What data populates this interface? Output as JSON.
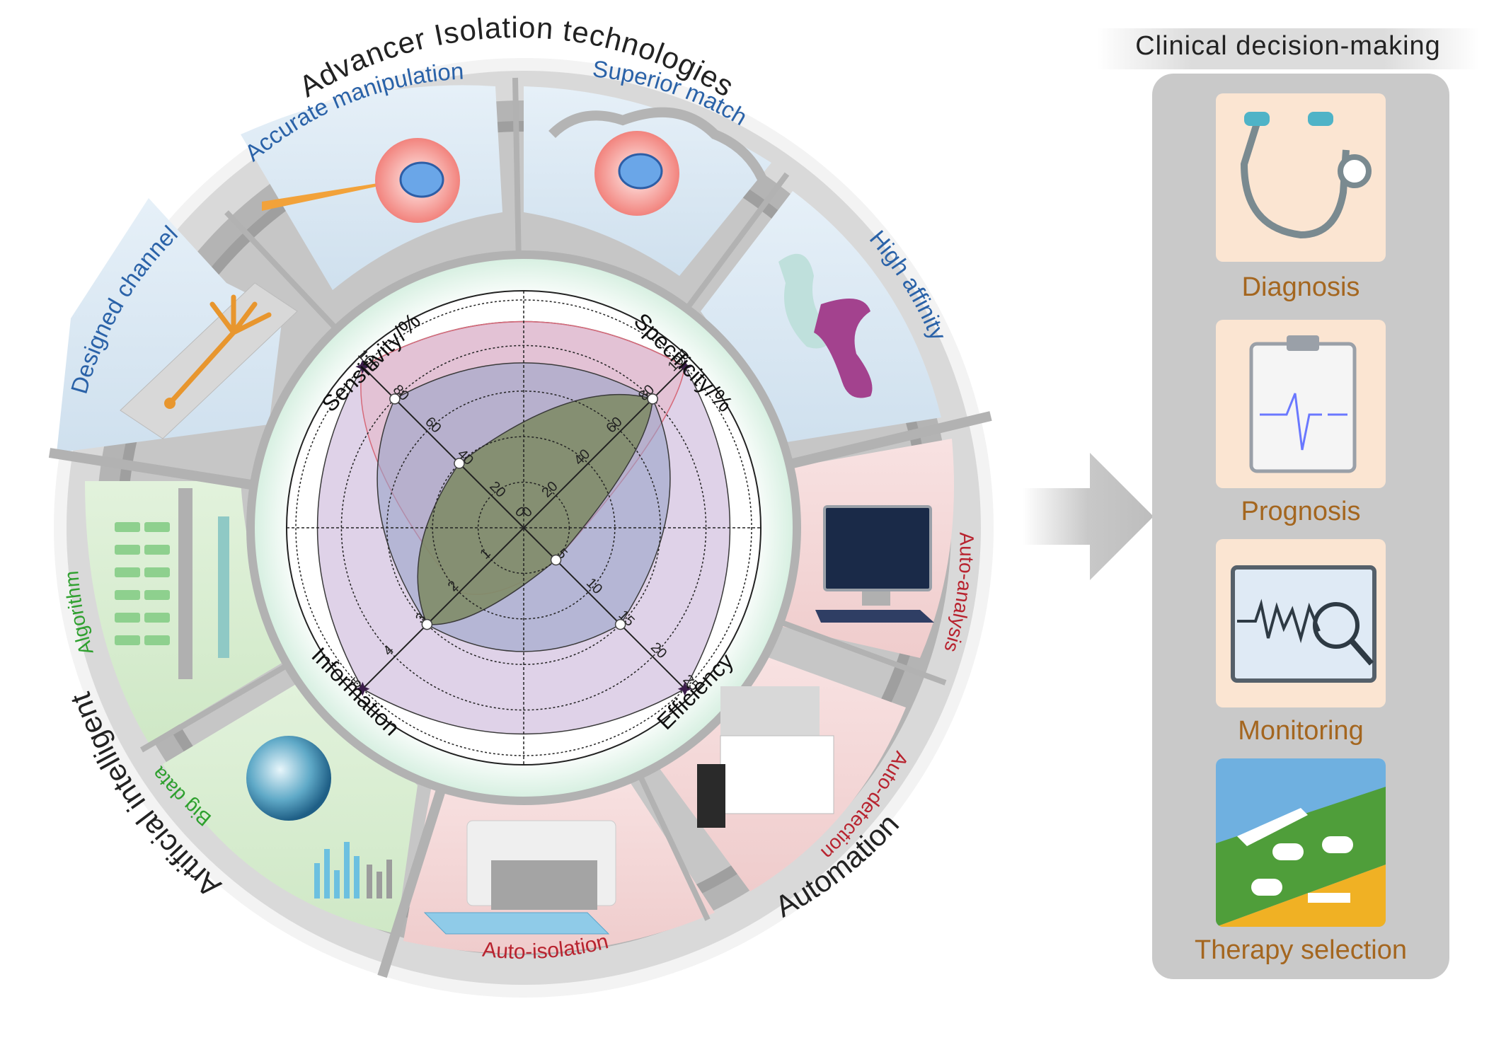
{
  "wheel": {
    "outer_title": "Advancer Isolation technologies",
    "group_ai": "Artificial intelligent",
    "group_automation": "Automation",
    "segments": {
      "accurate": "Accurate manipulation",
      "superior": "Superior match",
      "designed": "Designed channel",
      "affinity": "High affinity",
      "algorithm": "Algorithm",
      "bigdata": "Big data",
      "analysis": "Auto-analysis",
      "detection": "Auto-detection",
      "isolation": "Auto-isolation"
    }
  },
  "radar": {
    "axes": {
      "sensitivity": "Sensitivity/%",
      "specificity": "Specificity/%",
      "information": "Information",
      "efficiency": "Efficiency"
    },
    "ticks": {
      "sensitivity": [
        "0",
        "20",
        "40",
        "60",
        "80",
        "100"
      ],
      "specificity": [
        "0",
        "20",
        "40",
        "60",
        "80",
        "100"
      ],
      "information": [
        "1",
        "2",
        "3",
        "4",
        "5"
      ],
      "efficiency": [
        "5",
        "10",
        "15",
        "20",
        "25"
      ]
    },
    "shapes": [
      {
        "sensitivity": 100,
        "specificity": 100,
        "information": 5,
        "efficiency": 25,
        "color": "#c9b4d8"
      },
      {
        "sensitivity": 100,
        "specificity": 100,
        "information": 2,
        "efficiency": 5,
        "color": "#e6b8c8"
      },
      {
        "sensitivity": 80,
        "specificity": 80,
        "information": 3,
        "efficiency": 15,
        "color": "#9aa3c8"
      },
      {
        "sensitivity": 40,
        "specificity": 80,
        "information": 3,
        "efficiency": 5,
        "color": "#7d8a62"
      }
    ]
  },
  "clinical": {
    "title": "Clinical decision-making",
    "cards": [
      {
        "label": "Diagnosis",
        "icon": "stethoscope-icon"
      },
      {
        "label": "Prognosis",
        "icon": "clipboard-ecg-icon"
      },
      {
        "label": "Monitoring",
        "icon": "monitor-magnifier-icon"
      },
      {
        "label": "Therapy selection",
        "icon": "scalpel-pills-syringe-icon"
      }
    ]
  },
  "colors": {
    "ring": "#b2b2b2",
    "blue_text": "#2a62a8",
    "green_text": "#2ea02e",
    "red_text": "#b8232f",
    "card_label": "#a4661f"
  }
}
